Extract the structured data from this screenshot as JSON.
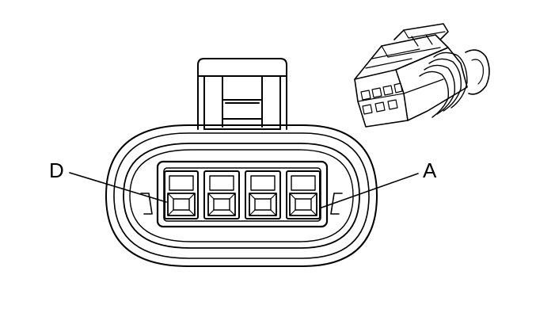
{
  "labels": {
    "left": "D",
    "right": "A"
  },
  "colors": {
    "line": "#000000",
    "background": "#ffffff"
  },
  "connector": {
    "cavity_count": 4
  }
}
